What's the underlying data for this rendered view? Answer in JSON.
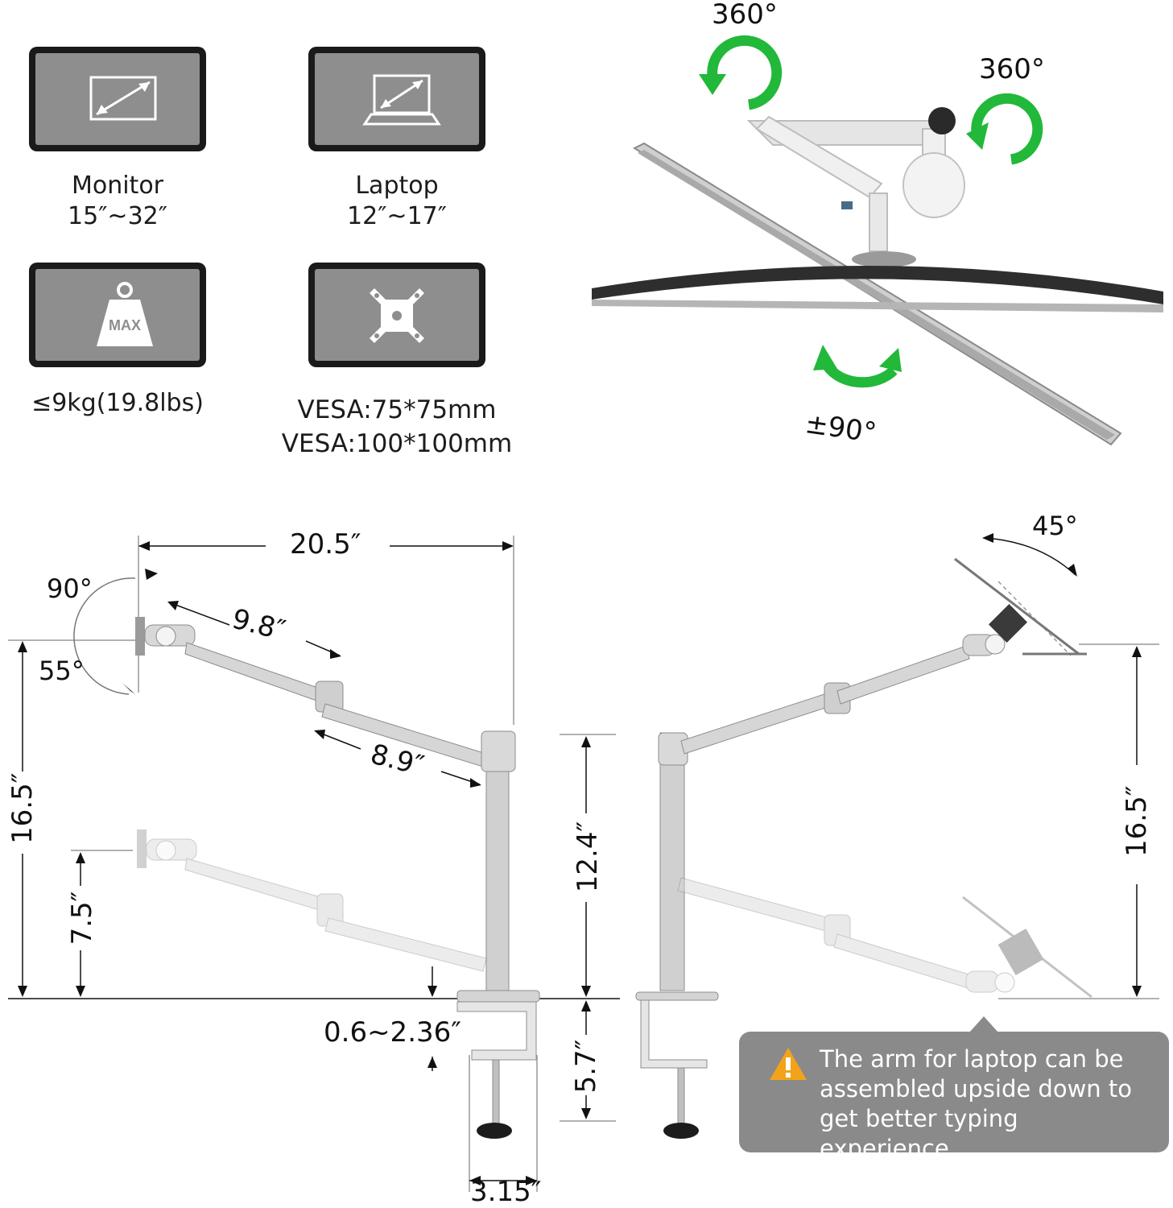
{
  "specs": [
    {
      "icon": "monitor-size-icon",
      "line1": "Monitor",
      "line2": "15″~32″"
    },
    {
      "icon": "laptop-size-icon",
      "line1": "Laptop",
      "line2": "12″~17″"
    },
    {
      "icon": "max-weight-icon",
      "icon_text": "MAX",
      "line1": "≤9kg(19.8lbs)"
    },
    {
      "icon": "vesa-plate-icon",
      "line1": "VESA:75*75mm",
      "line2": "VESA:100*100mm"
    }
  ],
  "rotation": {
    "top_left": "360°",
    "top_right": "360°",
    "tilt": "±90°"
  },
  "left_diagram": {
    "width": "20.5″",
    "angle_up": "90°",
    "angle_down": "55°",
    "arm1": "9.8″",
    "arm2": "8.9″",
    "height_total": "16.5″",
    "height_low": "7.5″",
    "pole": "12.4″",
    "clamp_range": "0.6~2.36″",
    "clamp_depth": "5.7″",
    "base_width": "3.15″"
  },
  "right_diagram": {
    "tray_angle": "45°",
    "height": "16.5″"
  },
  "note": {
    "icon": "warning-icon",
    "text": "The arm for laptop can be assembled upside down to get better typing experience."
  },
  "colors": {
    "accent_green": "#22b83a",
    "spec_frame": "#1a1a1a",
    "spec_screen": "#8e8e8e",
    "note_bg": "#8a8a8a",
    "warning": "#f2a31a"
  }
}
